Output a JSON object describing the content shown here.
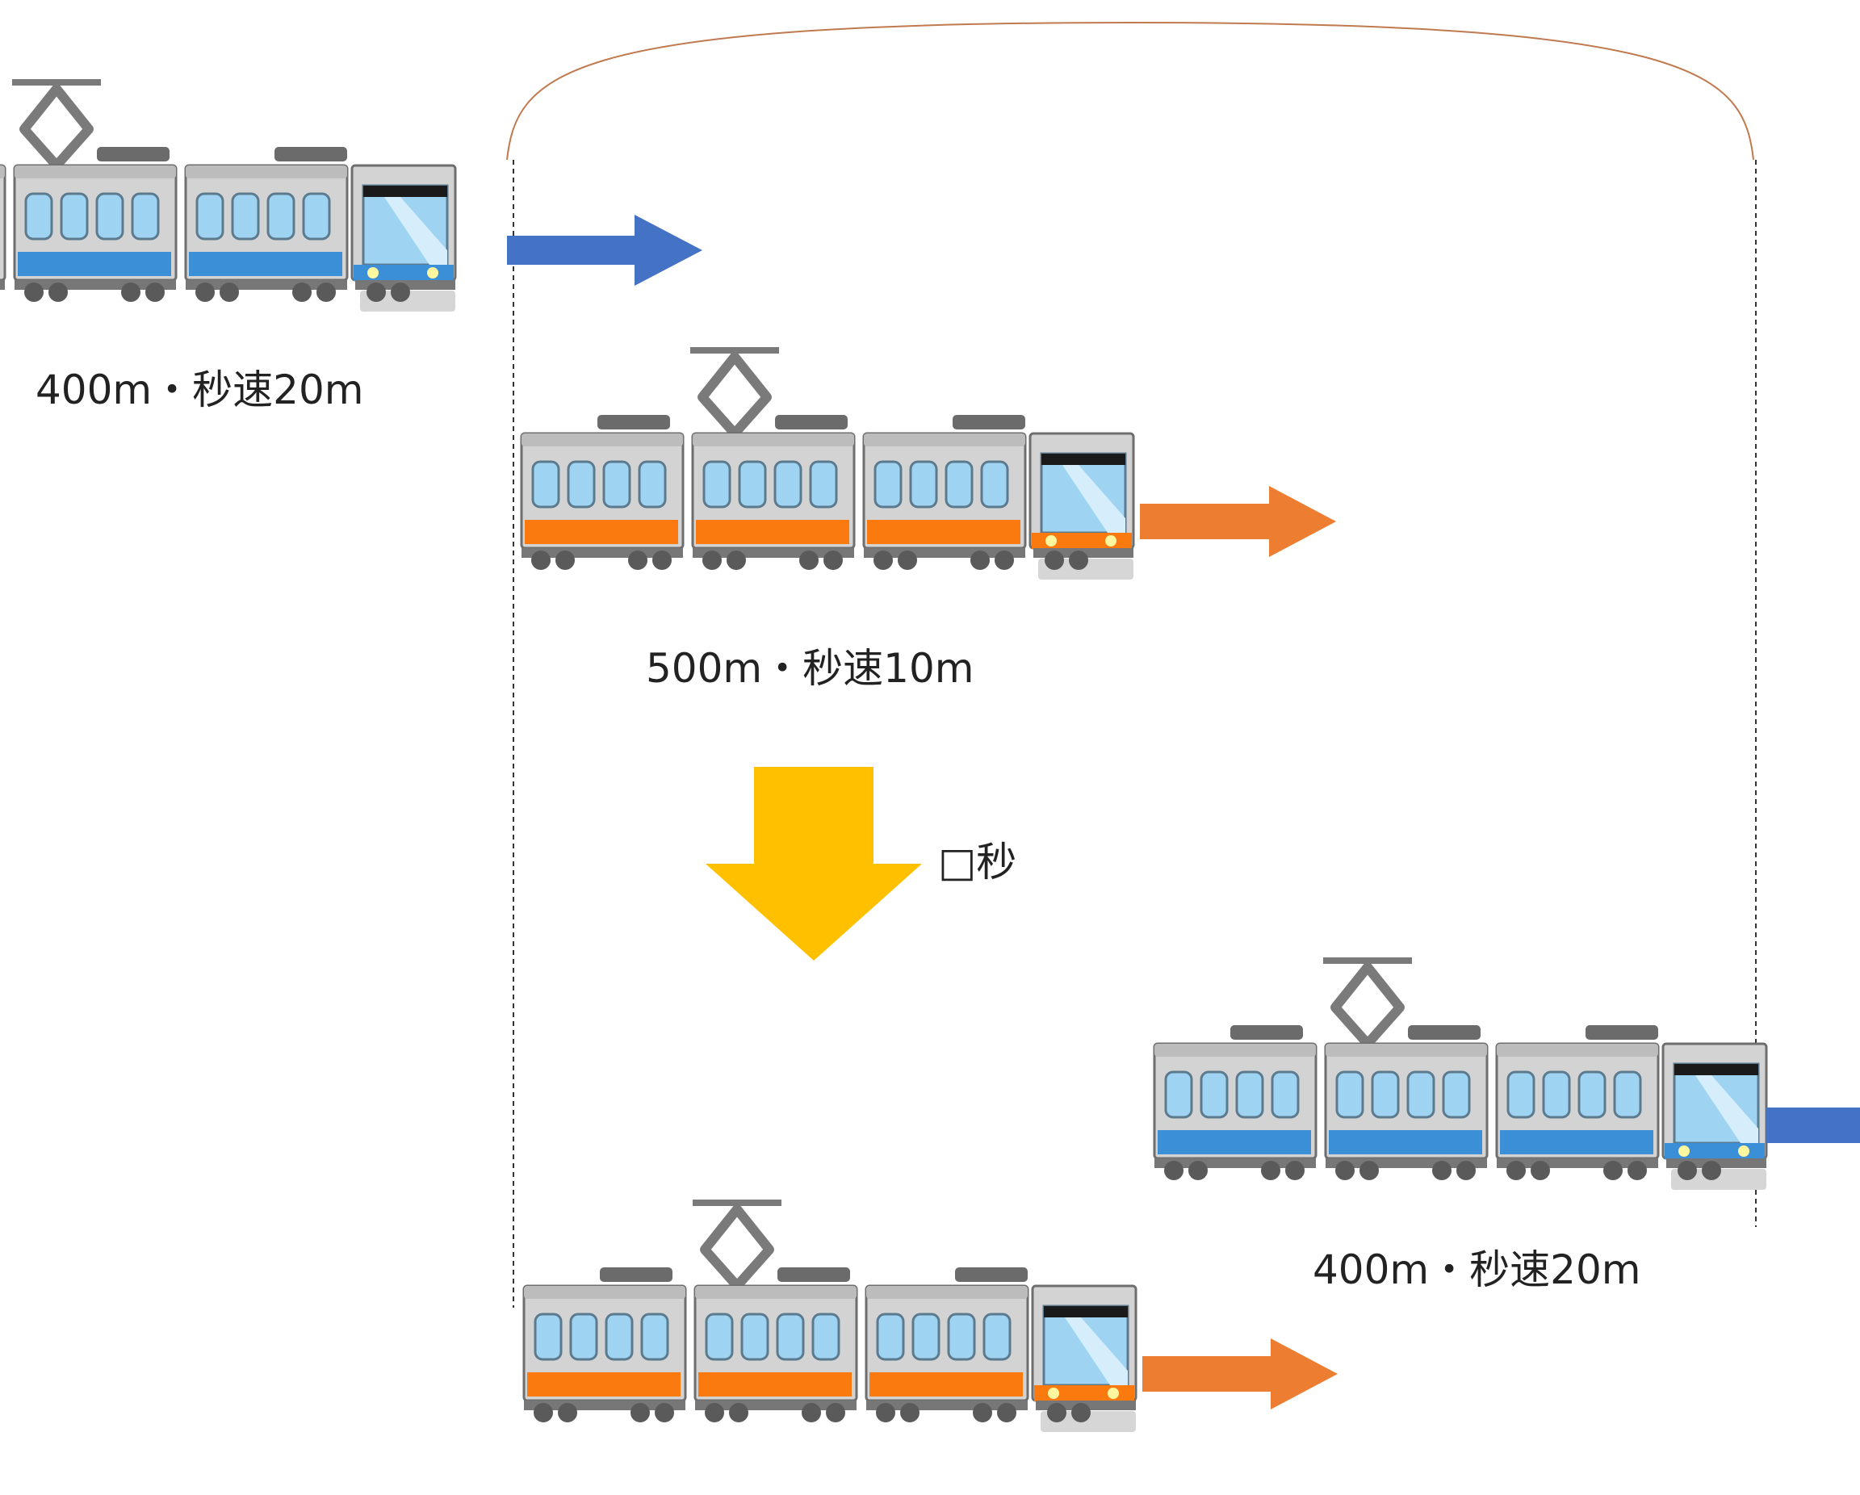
{
  "labels": {
    "train_blue_start": "400m・秒速20m",
    "train_orange_start": "500m・秒速10m",
    "elapsed_time": "□秒",
    "train_blue_end": "400m・秒速20m"
  },
  "colors": {
    "blue_stripe": "#3a8fd6",
    "orange_stripe": "#fb7a10",
    "blue_arrow": "#4472c4",
    "orange_arrow": "#ed7d31",
    "time_arrow": "#ffc000",
    "bracket_line": "#c07a50",
    "car_body": "#cfcfcf",
    "window": "#9fd3f2"
  },
  "icons": {
    "train": "train-icon",
    "pantograph": "pantograph-icon",
    "arrow": "arrow-right-icon",
    "time_arrow": "arrow-down-icon"
  }
}
